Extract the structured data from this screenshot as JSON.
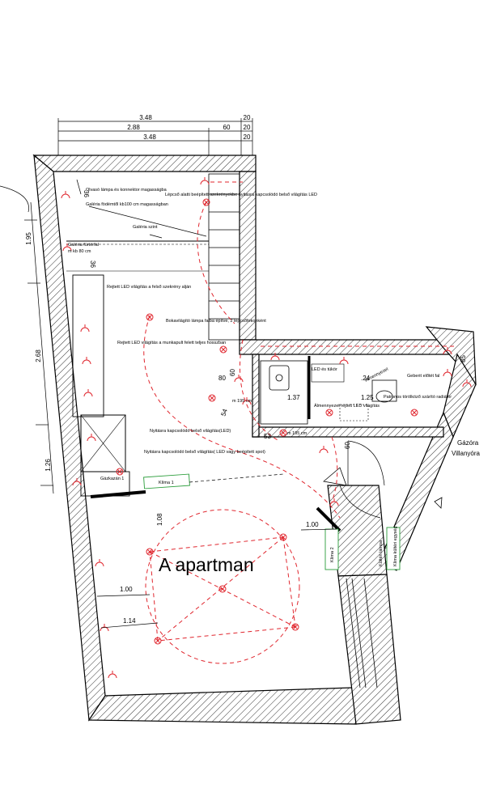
{
  "plan": {
    "title": "A apartman",
    "dimensions": {
      "top_348": "3.48",
      "top_20a": "20",
      "top_288": "2.88",
      "top_60": "60",
      "top_20b": "20",
      "top_348b": "3.48",
      "top_20c": "20",
      "left_195": "1.95",
      "left_268": "2.68",
      "left_126": "1.26",
      "d_36a": "36",
      "d_36b": "36",
      "d_80": "80",
      "d_60a": "60",
      "d_137": "1.37",
      "d_24": ".24",
      "d_125": "1.25",
      "d_54": "54",
      "d_53": "53",
      "d_m195a": "m 195 cm",
      "d_m195b": "m 195 cm",
      "d_60b": "60",
      "d_85": "85",
      "d_108": "1.08",
      "d_100a": "1.00",
      "d_100b": "1.00",
      "d_114": "1.14"
    },
    "notes": {
      "olvaso": "Olvasó lámpa és konnektor magasságba",
      "galeria_fodem": "Galéria födémtől kb100 cm magasságban",
      "galeria_szint": "Galéria szint",
      "galeria_fure": "Galéria fürtérfal",
      "m_kb": "m kb 80 cm",
      "lepcso": "Lépcső alatti beépített szekrényekbe nyitásra kapcsolódó belső világítás LED",
      "rejtett1": "Rejtett LED világítás a felső szekrény alján",
      "bokavilagito": "Bokavilágító lámpa falba építve, 2 lépcsőfokonként",
      "rejtett2": "Rejtett LED világítás a munkapult felett teljes hosszban",
      "nyitasra1": "Nyitásra kapcsolódó belső világítás(LED)",
      "nyitasra2": "Nyitásra kapcsolódó belső világítás( LED vagy beépített spot)",
      "gazkazan": "Gázkazán 1",
      "klima": "Klíma 1",
      "klima2": "Klíma 2",
      "led_es": "LED és tükör",
      "almennyezet": "Álmennyezet",
      "geberit": "Geberit előtét fal",
      "patronos": "Patronos törölköző szárító radiátor",
      "almennyezet2": "Álmennyezet rejtett LED világítás",
      "gazora": "Gázóra",
      "villanyora": "Villanyóra",
      "kulteri": "Kültéri lámpa",
      "klima_kulteri": "Klíma kültéri egység"
    }
  },
  "colors": {
    "electric": "#e0262e",
    "equipment": "#2a9d3a",
    "wall_line": "#000000"
  }
}
